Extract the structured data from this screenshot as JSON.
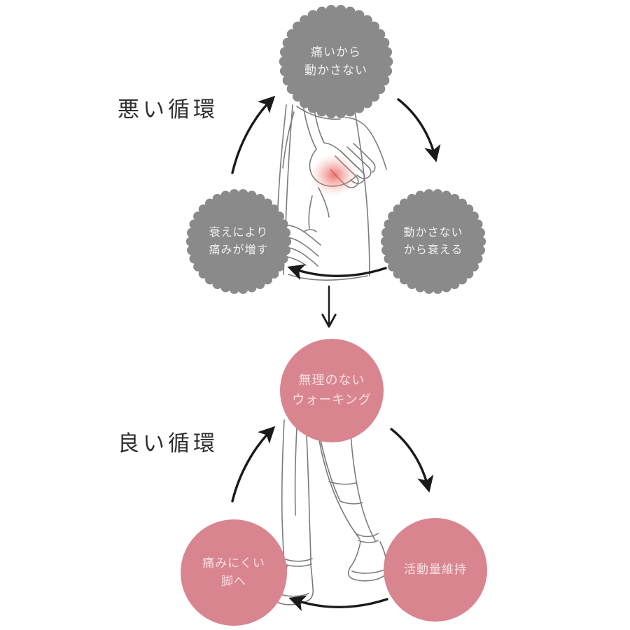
{
  "page": {
    "title": "悪い循環・良い循環 図解",
    "background_color": "#ffffff"
  },
  "colors": {
    "gray_bubble": "#8a8a8a",
    "pink_bubble": "#d9858f",
    "gray_bubble_text": "#efefef",
    "pink_bubble_text": "#f7dfe1",
    "heading_text": "#2f2f2f",
    "arrow": "#1a1a1a",
    "line_art": "#6d6d6d",
    "pain_highlight": "#e8554b"
  },
  "bad_cycle": {
    "heading": "悪い循環",
    "bubbles": [
      {
        "id": "bad-top",
        "position": "top",
        "lines": [
          "痛いから",
          "動かさない"
        ],
        "shape": "scalloped-circle",
        "color": "#8a8a8a"
      },
      {
        "id": "bad-right",
        "position": "bottom-right",
        "lines": [
          "動かさない",
          "から衰える"
        ],
        "shape": "scalloped-circle",
        "color": "#8a8a8a"
      },
      {
        "id": "bad-left",
        "position": "bottom-left",
        "lines": [
          "衰えにより",
          "痛みが増す"
        ],
        "shape": "scalloped-circle",
        "color": "#8a8a8a"
      }
    ],
    "illustration": "person-holding-painful-knee",
    "arrow_direction": "clockwise"
  },
  "good_cycle": {
    "heading": "良い循環",
    "bubbles": [
      {
        "id": "good-top",
        "position": "top",
        "lines": [
          "無理のない",
          "ウォーキング"
        ],
        "shape": "circle",
        "color": "#d9858f"
      },
      {
        "id": "good-right",
        "position": "bottom-right",
        "lines": [
          "活動量維持"
        ],
        "shape": "circle",
        "color": "#d9858f"
      },
      {
        "id": "good-left",
        "position": "bottom-left",
        "lines": [
          "痛みにくい",
          "脚へ"
        ],
        "shape": "circle",
        "color": "#d9858f"
      }
    ],
    "illustration": "walking-legs-in-trousers-and-shoes",
    "arrow_direction": "clockwise"
  },
  "connector": {
    "icon": "down-arrow-icon",
    "from": "bad_cycle",
    "to": "good_cycle"
  }
}
